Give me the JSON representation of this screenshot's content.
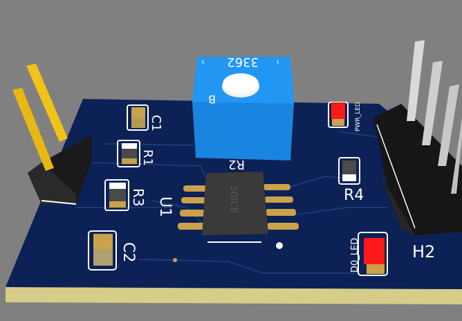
{
  "colors": {
    "background": "#808080",
    "board": "#0b1f52",
    "board_edge": "#d8cf8a",
    "silkscreen": "#ffffff",
    "pad_gold": "#c9a24a",
    "pot_body": "#1e88e5",
    "led_red": "#ff1a1a",
    "ic_body": "#3a3a3a",
    "header_plastic": "#1a1a1a",
    "pin_gold": "#f2c21a",
    "pin_silver": "#d9d9d9"
  },
  "labels": {
    "c1": "C1",
    "r1": "R1",
    "r3": "R3",
    "c2": "C2",
    "u1": "U1",
    "ic_package": "SOIC8",
    "r2": "R2",
    "pot_model": "3362",
    "pot_b": "B",
    "pot_pin1": "1",
    "pot_pin3": "3",
    "pwr_led": "PWR_LED",
    "r4": "R4",
    "d0_led": "D0_LED",
    "h2": "H2"
  }
}
